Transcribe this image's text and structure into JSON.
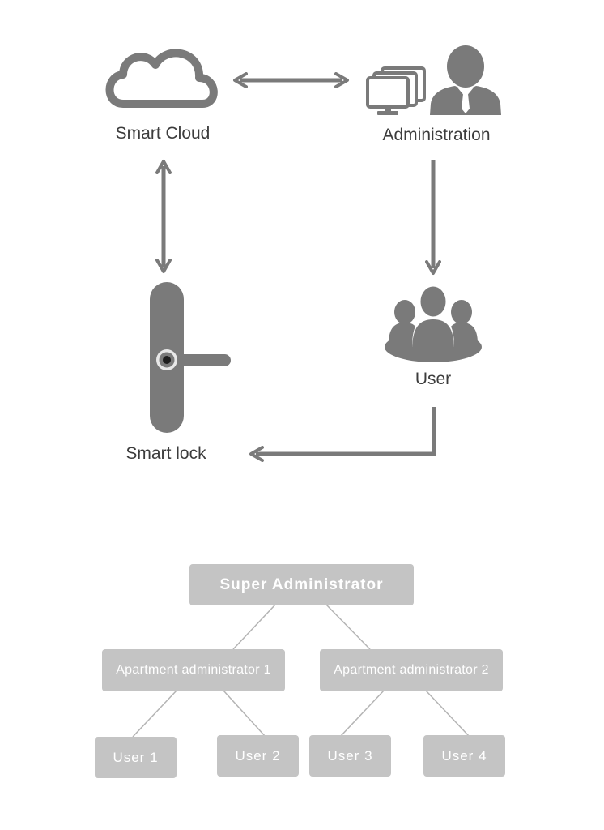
{
  "flow": {
    "smart_cloud": "Smart Cloud",
    "administration": "Administration",
    "user": "User",
    "smart_lock": "Smart lock"
  },
  "hierarchy": {
    "super_admin": "Super Administrator",
    "apartment_admin_1": "Apartment administrator 1",
    "apartment_admin_2": "Apartment administrator 2",
    "user_1": "User 1",
    "user_2": "User 2",
    "user_3": "User 3",
    "user_4": "User 4"
  },
  "colors": {
    "icon_gray": "#7a7a7a",
    "box_gray": "#c4c4c4",
    "line_gray": "#b4b4b4",
    "text_dark": "#3c3c3c"
  },
  "icons": [
    "cloud-icon",
    "computer-monitors-icon",
    "administrator-person-icon",
    "user-group-icon",
    "smart-lock-icon"
  ]
}
